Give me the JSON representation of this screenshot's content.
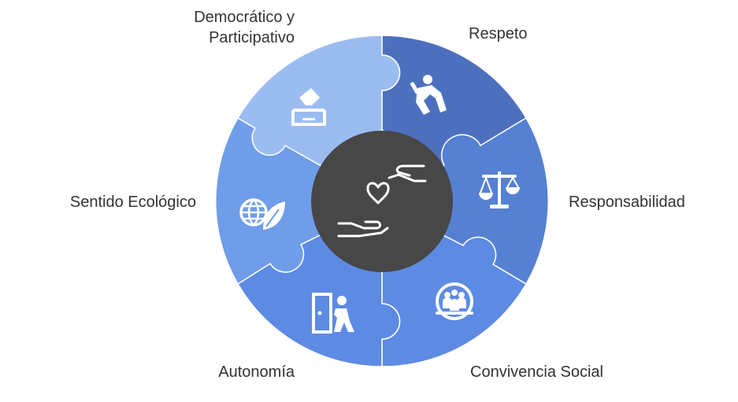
{
  "labels": {
    "democratico": {
      "line1": "Democrático y",
      "line2": "Participativo"
    },
    "respeto": "Respeto",
    "responsabilidad": "Responsabilidad",
    "convivencia": "Convivencia Social",
    "autonomia": "Autonomía",
    "ecologico": "Sentido Ecológico"
  },
  "colors": {
    "respeto": "#4d70be",
    "responsabilidad": "#5680d2",
    "convivencia": "#5d8ae3",
    "autonomia": "#5d8ae3",
    "ecologico": "#6f9de9",
    "democratico": "#9bbcf1",
    "center": "#474747",
    "icon": "#ffffff",
    "text": "#333333"
  },
  "icons": {
    "center": "hands-heart-icon",
    "respeto": "bowing-person-icon",
    "responsabilidad": "scales-icon",
    "convivencia": "community-icon",
    "autonomia": "person-exiting-door-icon",
    "ecologico": "globe-leaf-icon",
    "democratico": "ballot-box-icon"
  }
}
